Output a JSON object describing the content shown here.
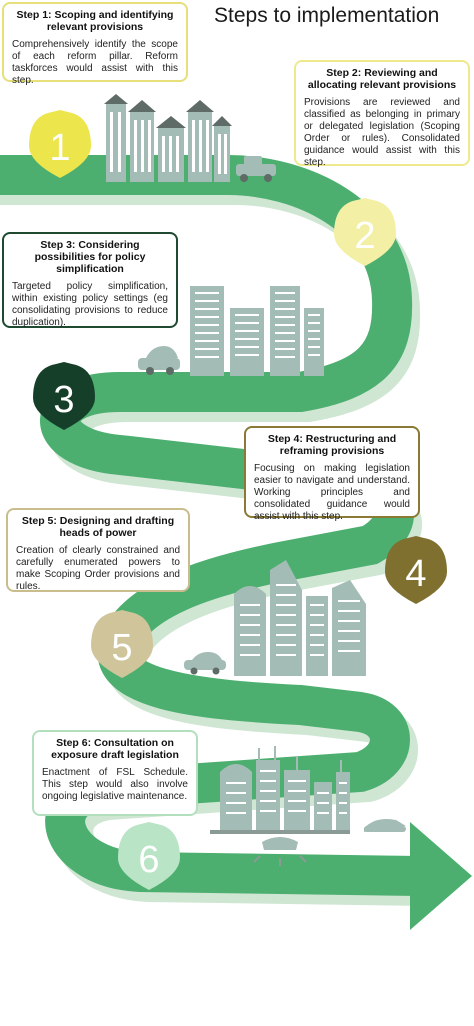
{
  "title": "Steps to implementation",
  "colors": {
    "road": "#4caf6f",
    "road_shadow": "#cfe6d3",
    "building": "#a4bcb6",
    "window": "#ffffff",
    "marker1": "#ede54c",
    "marker2": "#f3f0a6",
    "marker3": "#163f2a",
    "marker4": "#7f7030",
    "marker5": "#cfc49a",
    "marker6": "#b9e4c5"
  },
  "steps": [
    {
      "number": "1",
      "heading": "Step 1: Scoping and identifying relevant provisions",
      "body": "Comprehensively identify the scope of each reform pillar. Reform taskforces would assist with this step.",
      "border_color": "#e6df7a"
    },
    {
      "number": "2",
      "heading": "Step 2: Reviewing and allocating relevant provisions",
      "body": "Provisions are reviewed and classified as belonging in primary or delegated legislation (Scoping Order or rules). Consolidated guidance would assist with this step.",
      "border_color": "#efe98e"
    },
    {
      "number": "3",
      "heading": "Step 3: Considering possibilities for policy simplification",
      "body": "Targeted policy simplification, within existing policy settings (eg consolidating provisions to reduce duplication).",
      "border_color": "#1f4a31"
    },
    {
      "number": "4",
      "heading": "Step 4: Restructuring and reframing provisions",
      "body": "Focusing on making legislation easier to navigate and understand. Working principles and consolidated guidance would assist with this step.",
      "border_color": "#8a7a36"
    },
    {
      "number": "5",
      "heading": "Step 5: Designing and drafting heads of power",
      "body": "Creation of clearly constrained and carefully enumerated powers to make Scoping Order provisions and rules.",
      "border_color": "#c9bd8e"
    },
    {
      "number": "6",
      "heading": "Step 6: Consultation on exposure draft legislation",
      "body": "Enactment of FSL Schedule. This step would also involve ongoing legislative maintenance.",
      "border_color": "#b3dfbf"
    }
  ]
}
